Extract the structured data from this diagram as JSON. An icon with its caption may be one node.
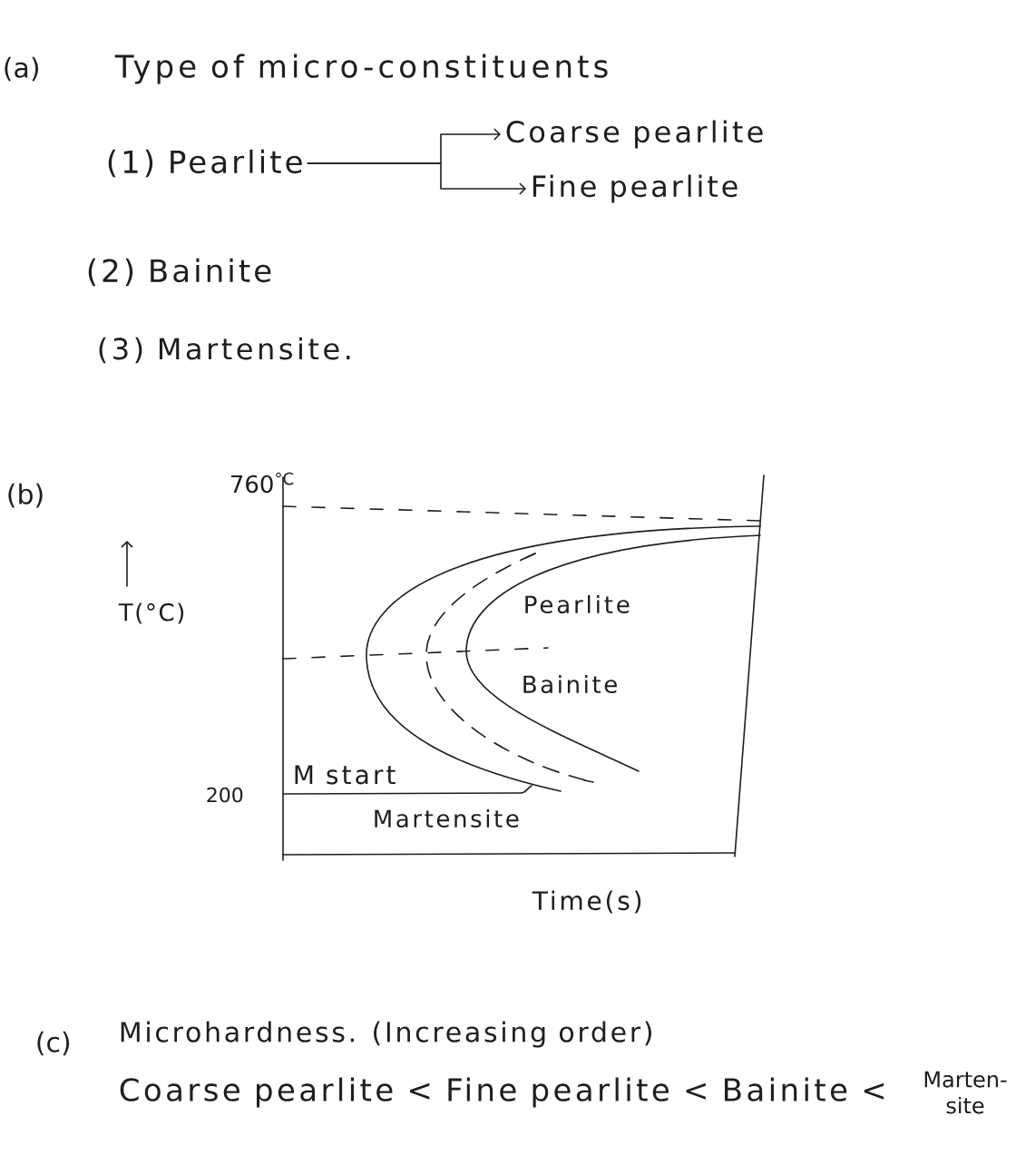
{
  "diagram": {
    "nodes": [
      {
        "text": [
          "(1) Pearlite"
        ]
      },
      {
        "text": [
          "Coarse pearlite"
        ]
      },
      {
        "text": [
          "Fine pearlite"
        ]
      }
    ],
    "edges": [
      {
        "from": 0,
        "to": 1,
        "arrow": "to"
      },
      {
        "from": 0,
        "to": 2,
        "arrow": "to"
      }
    ],
    "labels": [
      "(a)",
      "Type of micro-constituents",
      "(2) Bainite",
      "(3) Martensite.",
      "(b)",
      "760$^{°C}$",
      "T(°C)",
      "Pearlite",
      "Bainite",
      "200",
      "M start",
      "Martensite",
      "Time(s)",
      "(c)",
      "Microhardness. (Increasing order)",
      "Coarse pearlite < Fine pearlite < Bainite <",
      "Marten- site"
    ]
  }
}
